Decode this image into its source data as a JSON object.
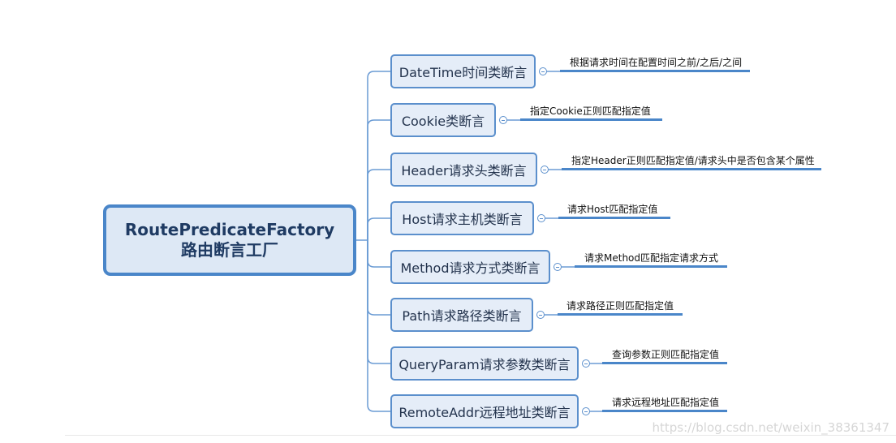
{
  "root": {
    "line1": "RoutePredicateFactory",
    "line2": "路由断言工厂"
  },
  "branches": [
    {
      "label": "DateTime时间类断言",
      "leaf": "根据请求时间在配置时间之前/之后/之间"
    },
    {
      "label": "Cookie类断言",
      "leaf": "指定Cookie正则匹配指定值"
    },
    {
      "label": "Header请求头类断言",
      "leaf": "指定Header正则匹配指定值/请求头中是否包含某个属性"
    },
    {
      "label": "Host请求主机类断言",
      "leaf": "请求Host匹配指定值"
    },
    {
      "label": "Method请求方式类断言",
      "leaf": "请求Method匹配指定请求方式"
    },
    {
      "label": "Path请求路径类断言",
      "leaf": "请求路径正则匹配指定值"
    },
    {
      "label": "QueryParam请求参数类断言",
      "leaf": "查询参数正则匹配指定值"
    },
    {
      "label": "RemoteAddr远程地址类断言",
      "leaf": "请求远程地址匹配指定值"
    }
  ],
  "watermark": "https://blog.csdn.net/weixin_38361347",
  "colors": {
    "root_border": "#4a86c9",
    "root_fill": "#dde8f5",
    "branch_border": "#5b8fcc",
    "branch_fill": "#e5edf8",
    "connector": "#6a9bd4",
    "leaf_line": "#4a86c9"
  }
}
